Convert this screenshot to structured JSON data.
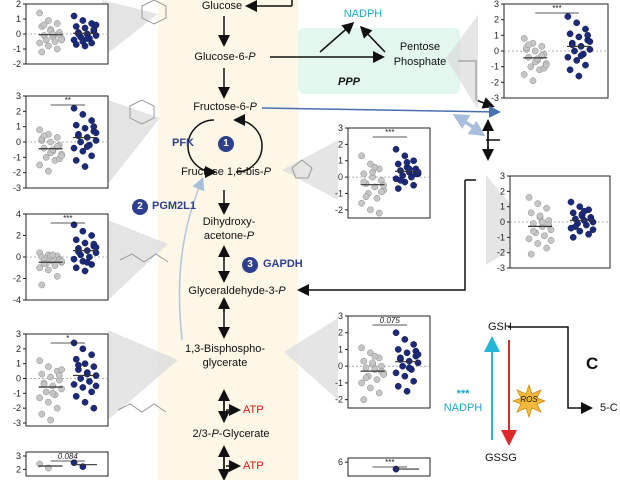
{
  "metabolites": {
    "glucose": "Glucose",
    "glucose6p_a": "Glucose-6-",
    "glucose6p_b": "P",
    "fructose6p_a": "Fructose-6-",
    "fructose6p_b": "P",
    "fructose16bp_a": "Fructose 1,6-bis-",
    "fructose16bp_b": "P",
    "dhap1": "Dihydroxy-",
    "dhap2_a": "acetone-",
    "dhap2_b": "P",
    "g3p_a": "Glyceraldehyde-3-",
    "g3p_b": "P",
    "bpg1": "1,3-Bisphospho-",
    "bpg2": "glycerate",
    "pg_a": "2/3-",
    "pg_b": "P",
    "pg_c": "-Glycerate",
    "pentose1": "Pentose",
    "pentose2": "Phosphate",
    "gsh": "GSH",
    "gssg": "GSSG",
    "ros": "ROS",
    "five": "5-C"
  },
  "enzymes": {
    "pfk": "PFK",
    "pgm2l1": "PGM2L1",
    "gapdh": "GAPDH",
    "badge1": "1",
    "badge2": "2",
    "badge3": "3"
  },
  "cofactors": {
    "atp1": "ATP",
    "atp2": "ATP",
    "nadph_top": "NADPH",
    "nadph_top_sig": "***",
    "nadph_gsh": "NADPH",
    "nadph_gsh_sig": "***"
  },
  "pathway": {
    "ppp": "PPP"
  },
  "panel_label": "C",
  "colors": {
    "control_dot": "#c6c6c6",
    "treated_dot": "#1c2a7a",
    "glycolysis_bg": "#fcf7e6",
    "ppp_bg": "#e3f7ef",
    "blue_arrow": "#4a70b0",
    "up_arrow": "#22b5d5",
    "down_arrow": "#dd2a2a",
    "atp": "#d01515",
    "enzyme": "#2e3f8f"
  },
  "chart_data": [
    {
      "id": "p1",
      "type": "scatter",
      "yticks": [
        "2",
        "1",
        "0",
        "-1",
        "-2"
      ],
      "ylim": [
        -2,
        2
      ],
      "sig": "",
      "series": [
        {
          "values": [
            1.4,
            0.9,
            0.7,
            0.5,
            0.3,
            0.1,
            -0.1,
            -0.2,
            -0.3,
            -0.4,
            -0.5,
            -0.6,
            -0.8,
            -1.0,
            -1.2,
            0.2,
            -0.1,
            0.6,
            0.0,
            -0.4
          ]
        },
        {
          "values": [
            1.2,
            0.9,
            0.7,
            0.5,
            0.4,
            0.2,
            0.1,
            0.0,
            -0.1,
            -0.2,
            -0.3,
            -0.4,
            -0.5,
            -0.6,
            -0.7,
            -0.8,
            0.3,
            0.0,
            -0.3,
            0.6
          ]
        }
      ]
    },
    {
      "id": "p2",
      "type": "scatter",
      "yticks": [
        "3",
        "2",
        "1",
        "0",
        "-1",
        "-2",
        "-3"
      ],
      "ylim": [
        -3,
        3
      ],
      "sig": "***",
      "series": [
        {
          "values": [
            0.8,
            0.5,
            0.3,
            0.1,
            0.0,
            -0.2,
            -0.4,
            -0.6,
            -0.8,
            -1.0,
            -1.2,
            -1.5,
            -1.9,
            -0.3,
            0.2,
            -0.7,
            -1.1,
            0.4,
            -0.5,
            -0.9
          ]
        },
        {
          "values": [
            2.2,
            1.8,
            1.4,
            1.1,
            0.9,
            0.7,
            0.5,
            0.3,
            0.1,
            0.0,
            -0.2,
            -0.4,
            -0.6,
            -0.9,
            -1.2,
            -1.6,
            1.0,
            0.4,
            -0.3,
            0.6
          ]
        }
      ]
    },
    {
      "id": "p3",
      "type": "scatter",
      "yticks": [
        "3",
        "2",
        "1",
        "0",
        "-1",
        "-2",
        "-3"
      ],
      "ylim": [
        -3,
        3
      ],
      "sig": "**",
      "series": [
        {
          "values": [
            0.8,
            0.5,
            0.3,
            0.1,
            0.0,
            -0.2,
            -0.4,
            -0.6,
            -0.8,
            -1.0,
            -1.2,
            -1.5,
            -1.9,
            -0.3,
            0.2,
            -0.7,
            -1.1,
            0.4,
            -0.5,
            -0.9
          ]
        },
        {
          "values": [
            2.2,
            1.8,
            1.4,
            1.1,
            0.9,
            0.7,
            0.5,
            0.3,
            0.1,
            0.0,
            -0.2,
            -0.4,
            -0.6,
            -0.9,
            -1.2,
            -1.6,
            1.0,
            0.4,
            -0.3,
            0.6
          ]
        }
      ]
    },
    {
      "id": "p4",
      "type": "scatter",
      "yticks": [
        "3",
        "2",
        "1",
        "0",
        "-1",
        "-2"
      ],
      "ylim": [
        -2.5,
        3
      ],
      "sig": "***",
      "series": [
        {
          "values": [
            1.3,
            0.8,
            0.5,
            0.2,
            0.0,
            -0.2,
            -0.4,
            -0.6,
            -0.8,
            -1.0,
            -1.3,
            -1.6,
            -2.0,
            -2.2,
            -0.3,
            0.3,
            -0.9,
            -1.2,
            0.6,
            -0.5
          ]
        },
        {
          "values": [
            1.7,
            1.3,
            1.0,
            0.8,
            0.6,
            0.5,
            0.4,
            0.3,
            0.2,
            0.1,
            0.0,
            -0.1,
            -0.3,
            -0.5,
            -0.7,
            0.9,
            0.2,
            -0.2,
            0.5,
            0.3
          ]
        }
      ]
    },
    {
      "id": "p5",
      "type": "scatter",
      "yticks": [
        "3",
        "2",
        "1",
        "0",
        "-1",
        "-2",
        "-3"
      ],
      "ylim": [
        -3,
        3
      ],
      "sig": "",
      "series": [
        {
          "values": [
            1.6,
            1.2,
            0.9,
            0.6,
            0.3,
            0.1,
            -0.1,
            -0.3,
            -0.5,
            -0.7,
            -0.9,
            -1.1,
            -1.4,
            -1.7,
            -2.1,
            0.4,
            -0.2,
            -0.6,
            0.0,
            -1.2
          ]
        },
        {
          "values": [
            1.3,
            1.0,
            0.8,
            0.6,
            0.4,
            0.3,
            0.2,
            0.1,
            0.0,
            -0.1,
            -0.2,
            -0.4,
            -0.6,
            -0.8,
            -1.0,
            0.5,
            0.2,
            -0.3,
            0.7,
            -0.5
          ]
        }
      ]
    },
    {
      "id": "p6",
      "type": "scatter",
      "yticks": [
        "4",
        "2",
        "0",
        "-2",
        "-4"
      ],
      "ylim": [
        -4,
        4
      ],
      "sig": "***",
      "series": [
        {
          "values": [
            0.4,
            0.2,
            0.1,
            0.0,
            -0.1,
            -0.2,
            -0.3,
            -0.4,
            -0.5,
            -0.6,
            -0.8,
            -1.0,
            -1.2,
            -1.8,
            -2.6,
            0.1,
            -0.3,
            -0.6,
            0.2,
            -0.4
          ]
        },
        {
          "values": [
            3.0,
            2.4,
            2.0,
            1.6,
            1.3,
            1.0,
            0.8,
            0.6,
            0.4,
            0.2,
            0.0,
            -0.2,
            -0.4,
            -0.7,
            -1.0,
            -1.3,
            1.2,
            0.5,
            -0.5,
            0.9
          ]
        }
      ]
    },
    {
      "id": "p7",
      "type": "scatter",
      "yticks": [
        "3",
        "2",
        "1",
        "0",
        "-1",
        "-2"
      ],
      "ylim": [
        -2.5,
        3
      ],
      "sig": "0.075",
      "series": [
        {
          "values": [
            1.1,
            0.8,
            0.5,
            0.3,
            0.1,
            0.0,
            -0.1,
            -0.2,
            -0.4,
            -0.6,
            -0.8,
            -1.0,
            -1.3,
            -1.6,
            -2.0,
            0.2,
            -0.3,
            -0.7,
            0.6,
            -0.5
          ]
        },
        {
          "values": [
            2.0,
            1.6,
            1.3,
            1.0,
            0.8,
            0.6,
            0.4,
            0.3,
            0.2,
            0.0,
            -0.2,
            -0.4,
            -0.6,
            -0.9,
            -1.2,
            -1.5,
            0.9,
            0.5,
            -0.1,
            0.7
          ]
        }
      ]
    },
    {
      "id": "p8",
      "type": "scatter",
      "yticks": [
        "3",
        "2",
        "1",
        "0",
        "-1",
        "-2",
        "-3"
      ],
      "ylim": [
        -3.2,
        3
      ],
      "sig": "*",
      "series": [
        {
          "values": [
            1.2,
            0.8,
            0.5,
            0.3,
            0.1,
            -0.1,
            -0.3,
            -0.5,
            -0.7,
            -0.9,
            -1.1,
            -1.3,
            -1.6,
            -2.0,
            -2.4,
            -2.8,
            0.2,
            -0.4,
            -1.0,
            0.6
          ]
        },
        {
          "values": [
            2.4,
            2.0,
            1.6,
            1.3,
            1.0,
            0.8,
            0.6,
            0.4,
            0.2,
            0.0,
            -0.2,
            -0.4,
            -0.6,
            -0.9,
            -1.2,
            -1.6,
            -2.0,
            0.9,
            0.3,
            -0.5
          ]
        }
      ]
    },
    {
      "id": "p9",
      "type": "scatter",
      "yticks": [
        "3",
        "2"
      ],
      "ylim": [
        1.5,
        3.3
      ],
      "sig": "0.084",
      "series": [
        {
          "values": [
            2.4,
            2.1
          ]
        },
        {
          "values": [
            2.5,
            2.2
          ]
        }
      ]
    },
    {
      "id": "p10",
      "type": "scatter",
      "yticks": [
        "6"
      ],
      "ylim": [
        5,
        6.3
      ],
      "sig": "***",
      "series": [
        {
          "values": []
        },
        {
          "values": [
            5.5
          ]
        }
      ]
    }
  ]
}
